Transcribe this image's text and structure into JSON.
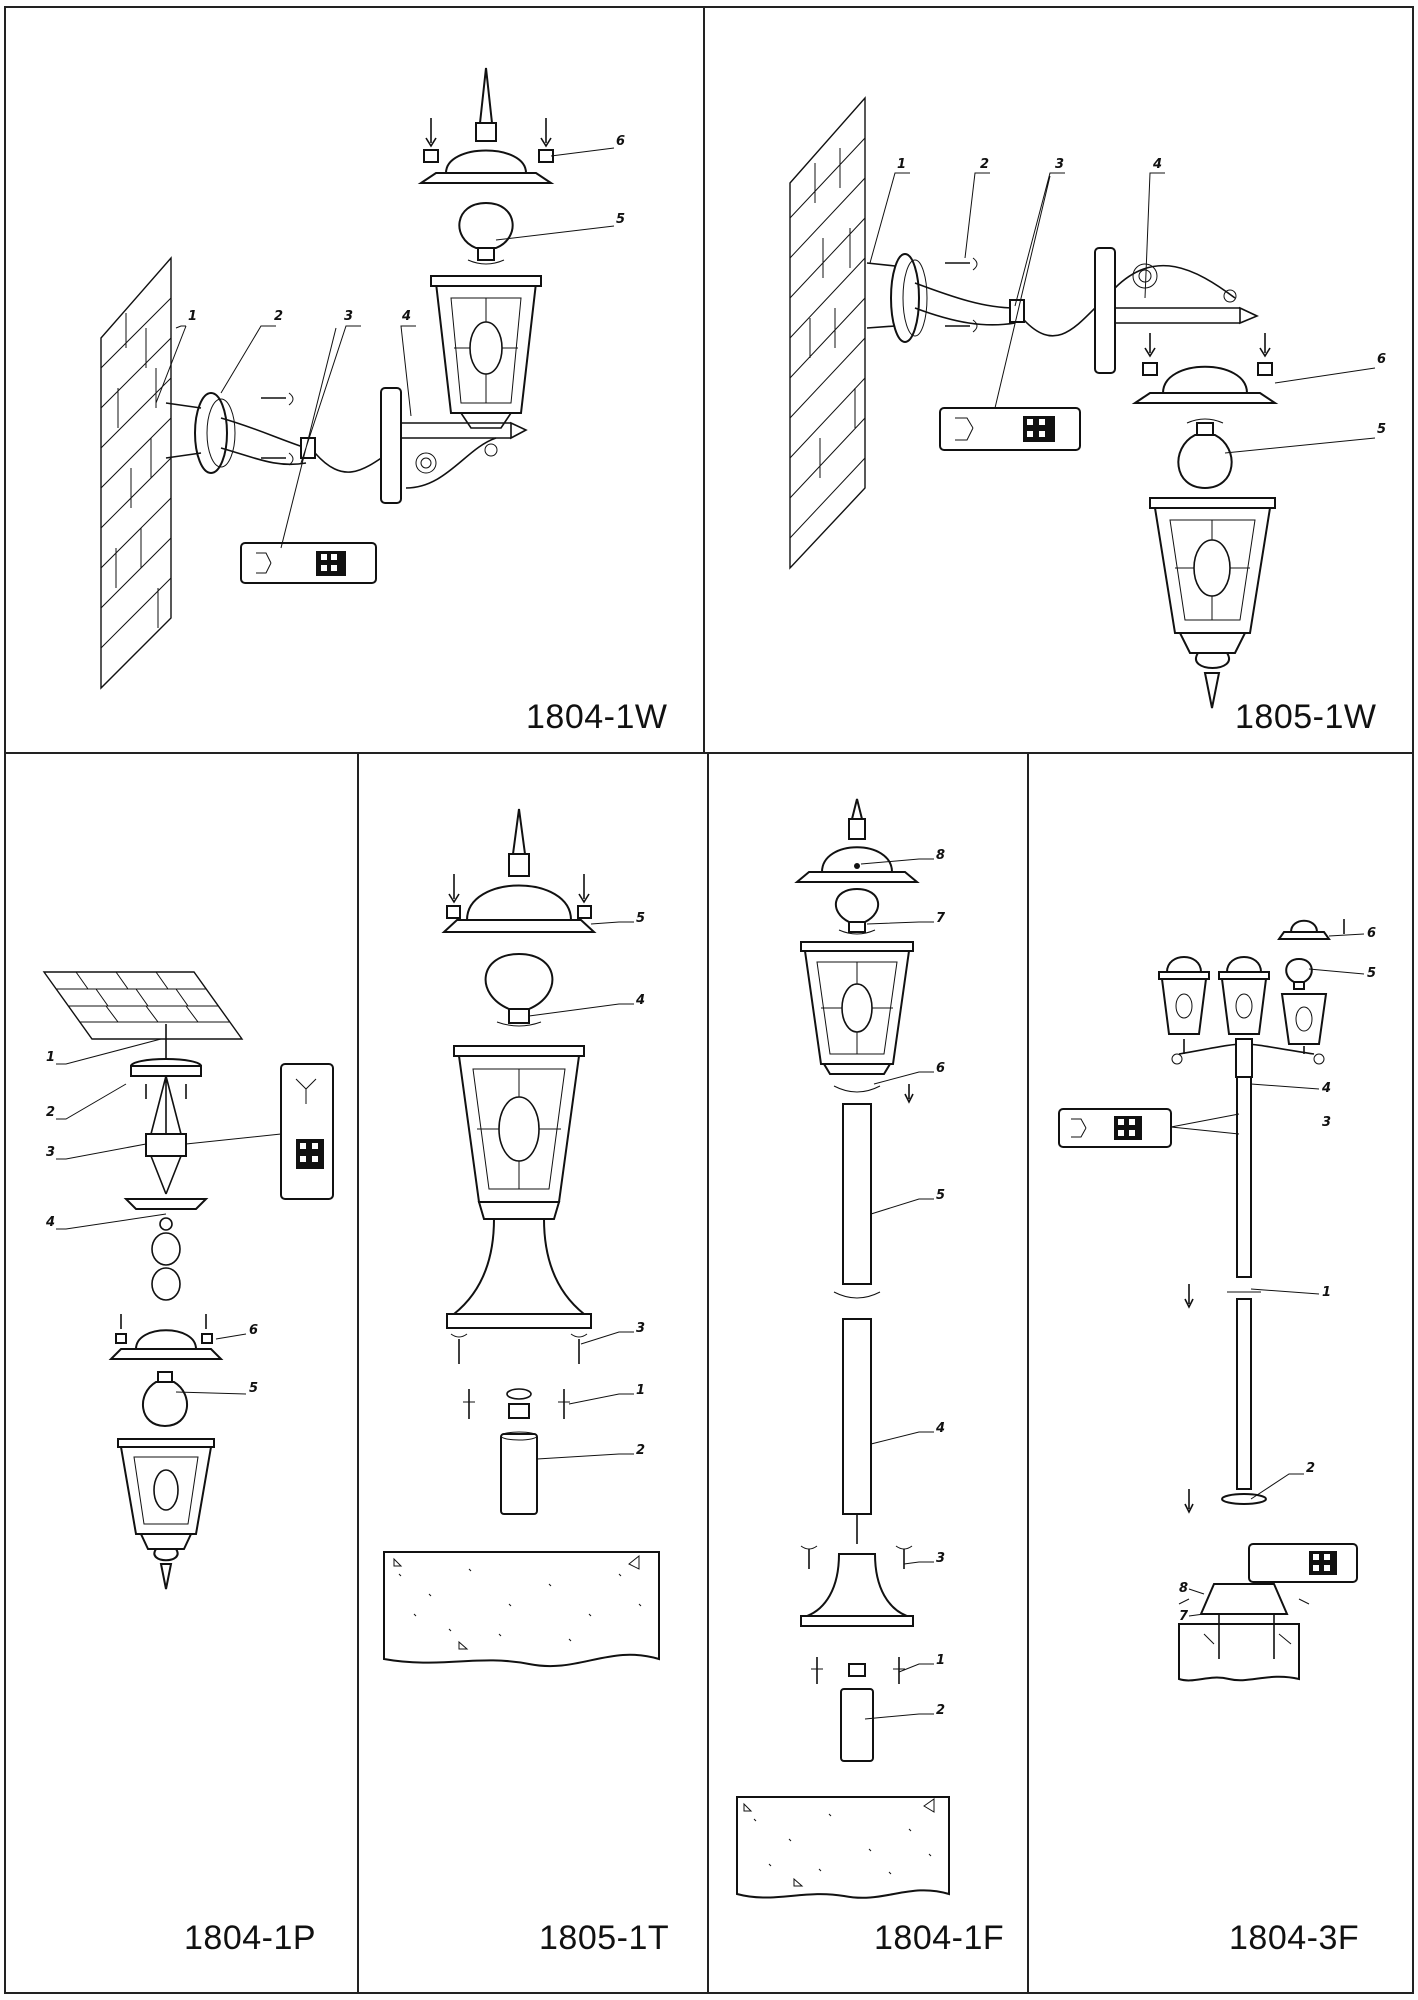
{
  "panels": {
    "p1": {
      "model": "1804-1W",
      "callouts": [
        "1",
        "2",
        "3",
        "4",
        "5",
        "6"
      ]
    },
    "p2": {
      "model": "1805-1W",
      "callouts": [
        "1",
        "2",
        "3",
        "4",
        "5",
        "6"
      ]
    },
    "p3": {
      "model": "1804-1P",
      "callouts": [
        "1",
        "2",
        "3",
        "4",
        "5",
        "6"
      ]
    },
    "p4": {
      "model": "1805-1T",
      "callouts": [
        "1",
        "2",
        "3",
        "4",
        "5"
      ]
    },
    "p5": {
      "model": "1804-1F",
      "callouts": [
        "1",
        "2",
        "3",
        "4",
        "5",
        "6",
        "7",
        "8"
      ]
    },
    "p6": {
      "model": "1804-3F",
      "callouts": [
        "1",
        "2",
        "3",
        "4",
        "5",
        "6",
        "7",
        "8"
      ]
    }
  }
}
